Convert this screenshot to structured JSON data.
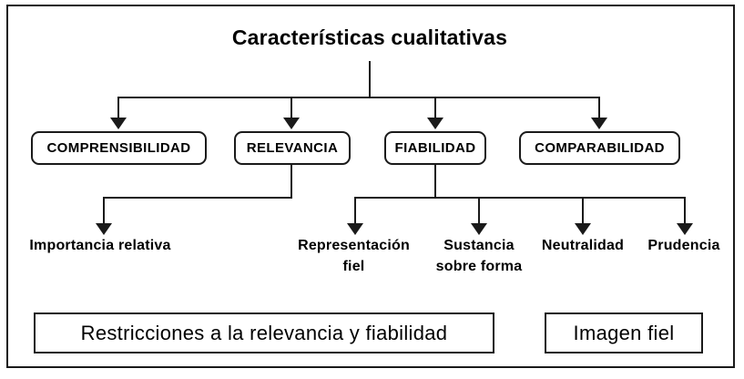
{
  "title": "Características cualitativas",
  "level1": {
    "comprensibilidad": "COMPRENSIBILIDAD",
    "relevancia": "RELEVANCIA",
    "fiabilidad": "FIABILIDAD",
    "comparabilidad": "COMPARABILIDAD"
  },
  "relevancia_children": {
    "importancia_relativa": "Importancia relativa"
  },
  "fiabilidad_children": {
    "representacion_fiel": "Representación fiel",
    "sustancia_sobre_forma": "Sustancia sobre forma",
    "neutralidad": "Neutralidad",
    "prudencia": "Prudencia"
  },
  "footer": {
    "restricciones": "Restricciones a la relevancia y fiabilidad",
    "imagen_fiel": "Imagen fiel"
  },
  "colors": {
    "line": "#1a1a1a",
    "background": "#ffffff",
    "text": "#000000"
  }
}
